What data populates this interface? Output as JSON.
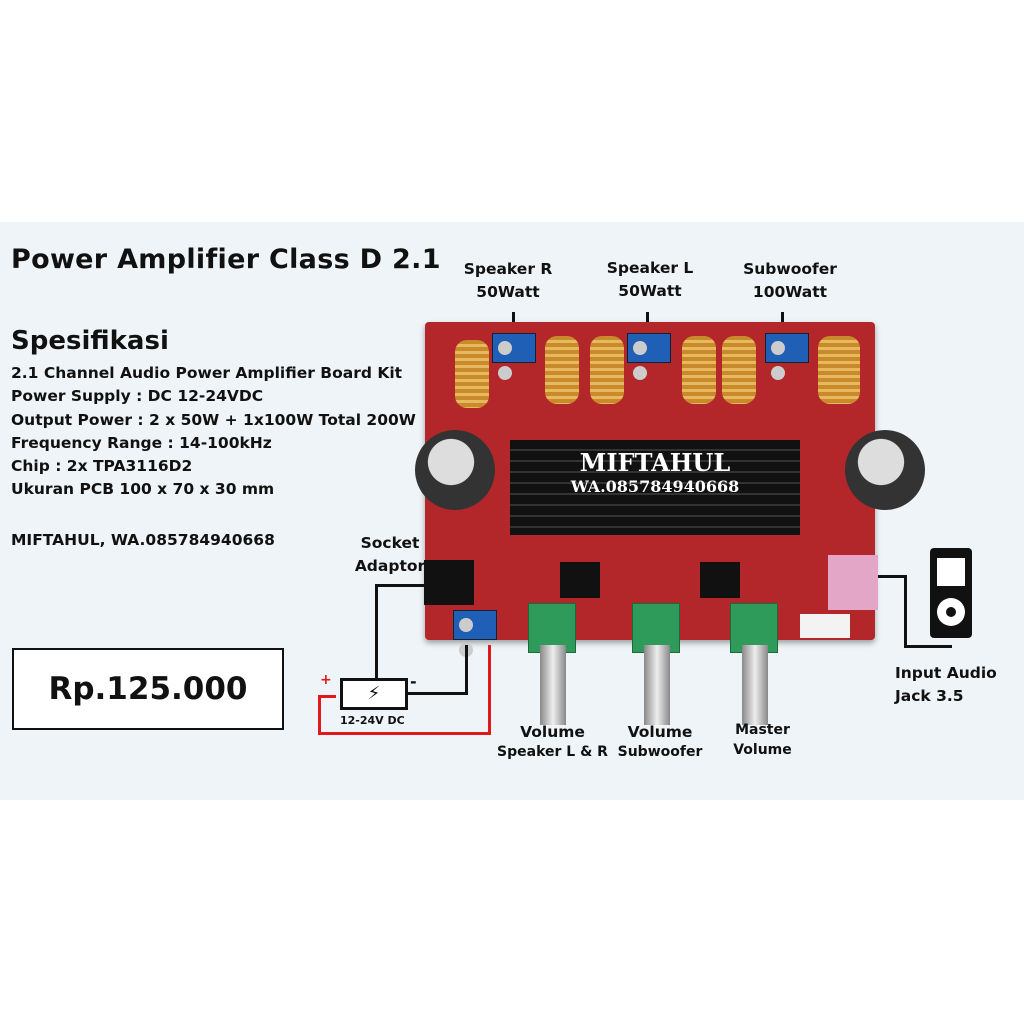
{
  "title": "Power Amplifier Class D 2.1",
  "spec": {
    "heading": "Spesifikasi",
    "lines": [
      "2.1 Channel Audio Power Amplifier Board Kit",
      "Power Supply : DC 12-24VDC",
      "Output Power : 2 x 50W + 1x100W Total 200W",
      "Frequency Range : 14-100kHz",
      "Chip : 2x TPA3116D2",
      "Ukuran PCB 100 x 70 x 30 mm"
    ]
  },
  "contact": "MIFTAHUL, WA.085784940668",
  "price": "Rp.125.000",
  "board": {
    "brand": "MIFTAHUL",
    "phone": "WA.085784940668",
    "pcb_color": "#b3262a"
  },
  "labels": {
    "speaker_r": [
      "Speaker R",
      "50Watt"
    ],
    "speaker_l": [
      "Speaker L",
      "50Watt"
    ],
    "subwoofer": [
      "Subwoofer",
      "100Watt"
    ],
    "socket": [
      "Socket",
      "Adaptor"
    ],
    "power": {
      "plus": "+",
      "minus": "-",
      "voltage": "12-24V DC"
    },
    "vol_lr": [
      "Volume",
      "Speaker L & R"
    ],
    "vol_sub": [
      "Volume",
      "Subwoofer"
    ],
    "master": [
      "Master",
      "Volume"
    ],
    "input": [
      "Input Audio",
      "Jack 3.5"
    ]
  }
}
